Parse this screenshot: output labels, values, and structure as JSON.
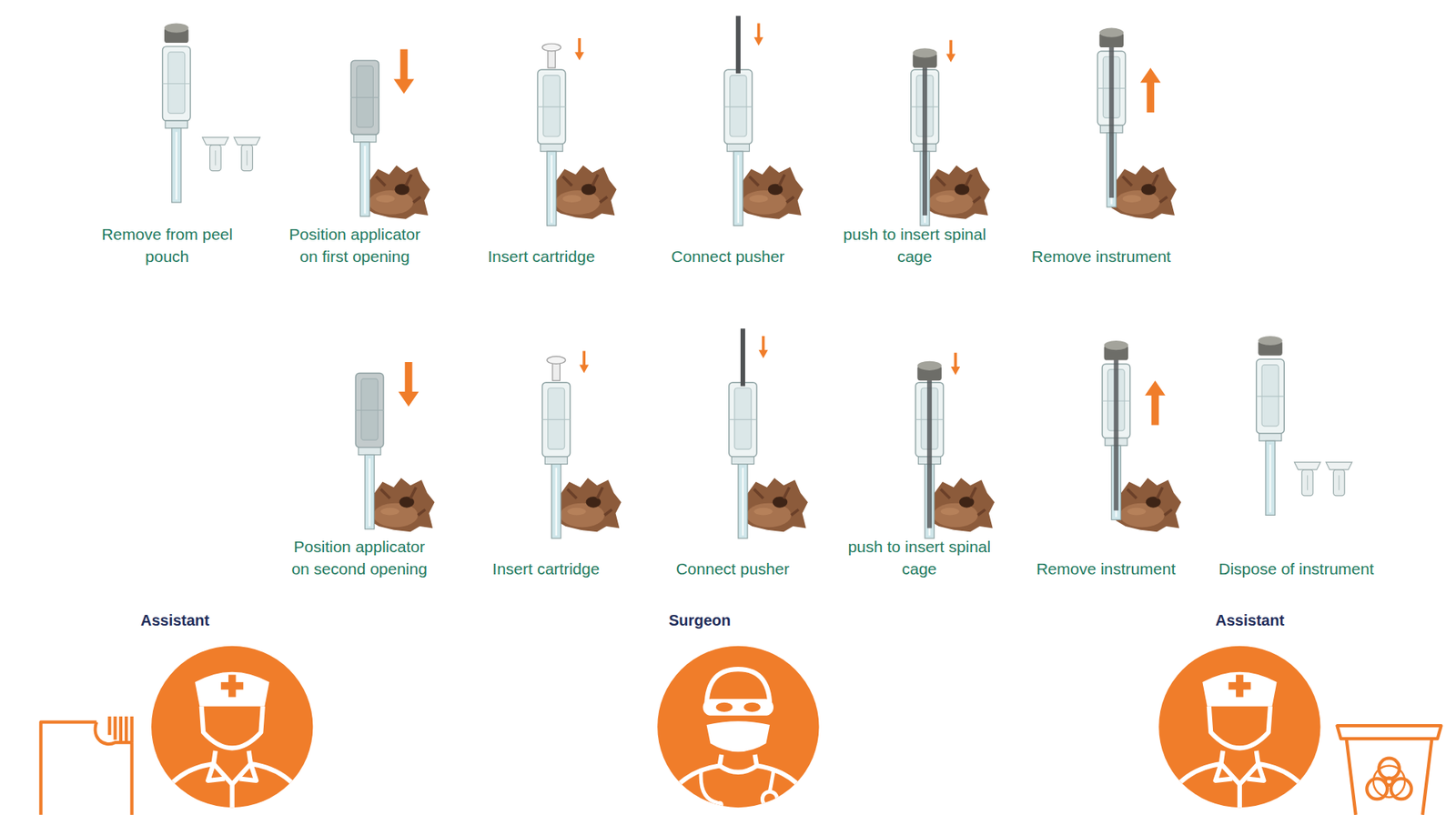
{
  "diagram": {
    "nodes": [
      {
        "text": [
          "Remove from peel pouch"
        ]
      },
      {
        "text": [
          "Position applicator on first opening"
        ]
      },
      {
        "text": [
          "Insert cartridge"
        ]
      },
      {
        "text": [
          "Connect pusher"
        ]
      },
      {
        "text": [
          "push to insert spinal cage"
        ]
      },
      {
        "text": [
          "Remove instrument"
        ]
      },
      {
        "text": [
          "Position applicator on second opening"
        ]
      },
      {
        "text": [
          "Insert cartridge"
        ]
      },
      {
        "text": [
          "Connect pusher"
        ]
      },
      {
        "text": [
          "push to insert spinal cage"
        ]
      },
      {
        "text": [
          "Remove instrument"
        ]
      },
      {
        "text": [
          "Dispose of instrument"
        ]
      },
      {
        "text": [
          "Assistant"
        ]
      },
      {
        "text": [
          "Surgeon"
        ]
      },
      {
        "text": [
          "Assistant"
        ]
      }
    ]
  }
}
